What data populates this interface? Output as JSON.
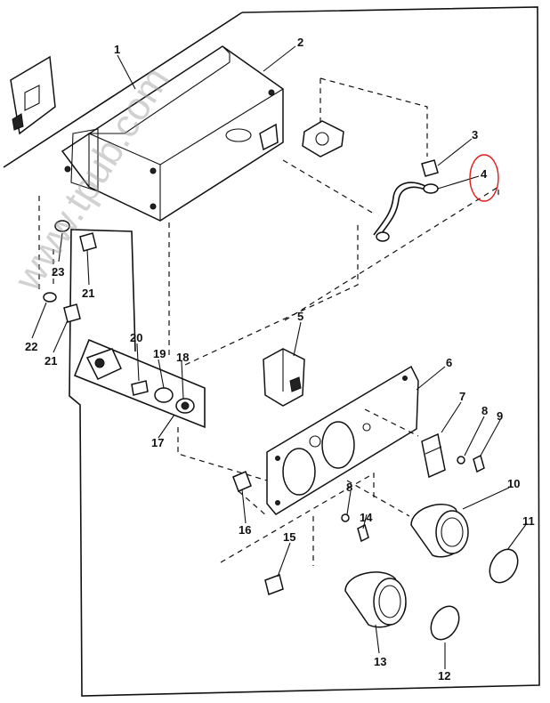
{
  "watermark": "www.tpub.com",
  "highlight_color": "#e01b1b",
  "callouts": {
    "c1": "1",
    "c2": "2",
    "c3": "3",
    "c4": "4",
    "c5": "5",
    "c6": "6",
    "c7": "7",
    "c8a": "8",
    "c8b": "8",
    "c9": "9",
    "c10": "10",
    "c11": "11",
    "c12": "12",
    "c13": "13",
    "c14": "14",
    "c15": "15",
    "c16": "16",
    "c17": "17",
    "c18": "18",
    "c19": "19",
    "c20": "20",
    "c21a": "21",
    "c21b": "21",
    "c22": "22",
    "c23": "23"
  }
}
